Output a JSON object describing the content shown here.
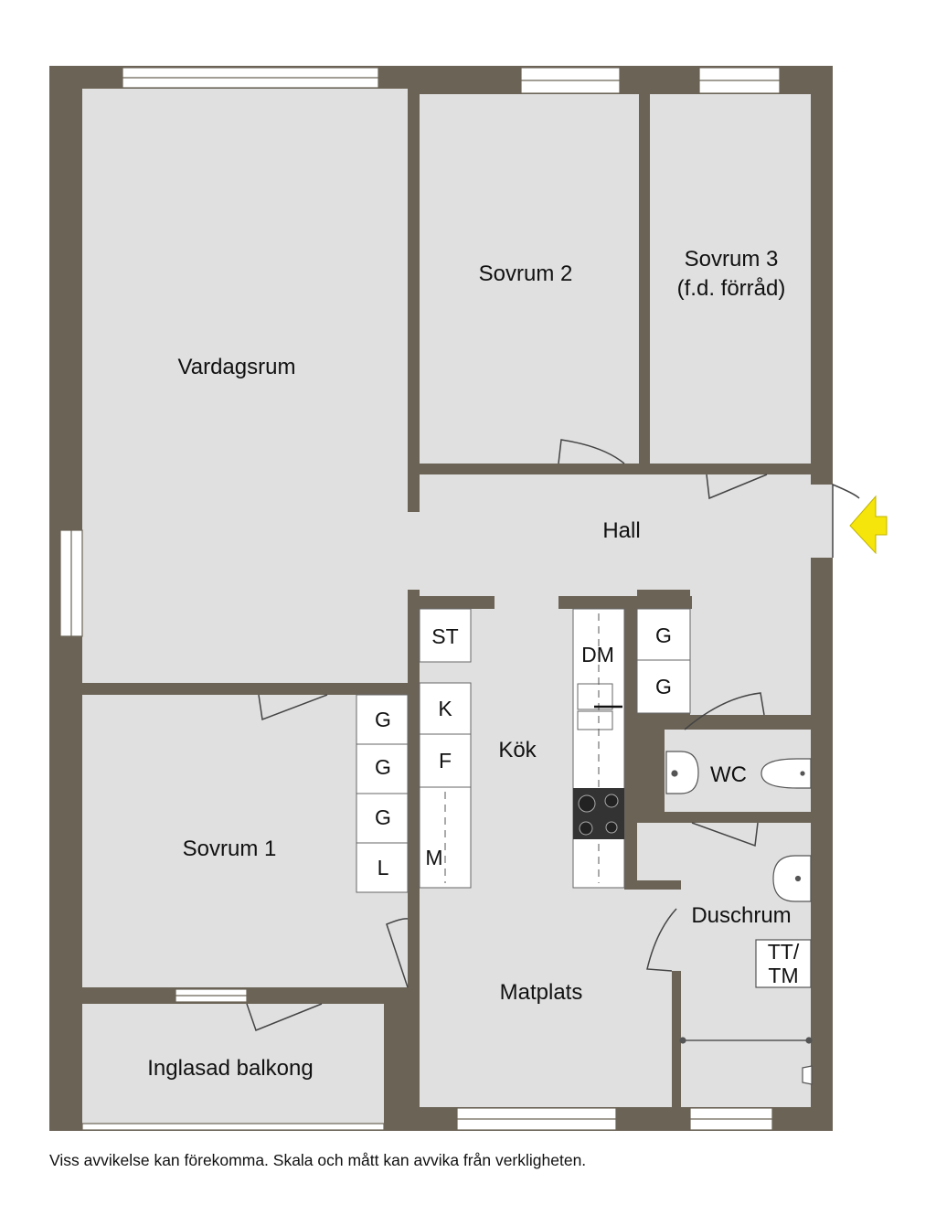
{
  "rooms": {
    "vardagsrum": "Vardagsrum",
    "sovrum2": "Sovrum 2",
    "sovrum3_line1": "Sovrum 3",
    "sovrum3_line2": "(f.d. förråd)",
    "hall": "Hall",
    "kok": "Kök",
    "sovrum1": "Sovrum 1",
    "wc": "WC",
    "duschrum": "Duschrum",
    "matplats": "Matplats",
    "balkong": "Inglasad balkong"
  },
  "fixtures": {
    "st": "ST",
    "k": "K",
    "f": "F",
    "m": "M",
    "dm": "DM",
    "g": "G",
    "l": "L",
    "tt_line1": "TT/",
    "tt_line2": "TM"
  },
  "footer": {
    "disclaimer": "Viss avvikelse kan förekomma. Skala och mått kan avvika från verkligheten."
  },
  "colors": {
    "wall": "#6b6356",
    "floor": "#e0e0e0",
    "entrance_arrow": "#f5e50a"
  }
}
